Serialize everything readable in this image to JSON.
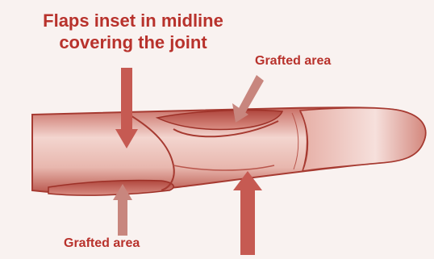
{
  "labels": {
    "flaps_line1": "Flaps inset in midline",
    "flaps_line2": "covering the joint",
    "grafted_top": "Grafted area",
    "grafted_bottom": "Grafted area"
  },
  "colors": {
    "label": "#b8322c",
    "arrow": "#c65a52",
    "skin_light": "#f4d7d1",
    "skin_dark": "#b9564c",
    "outline": "#a63a31",
    "background": "#f9f2f0"
  }
}
